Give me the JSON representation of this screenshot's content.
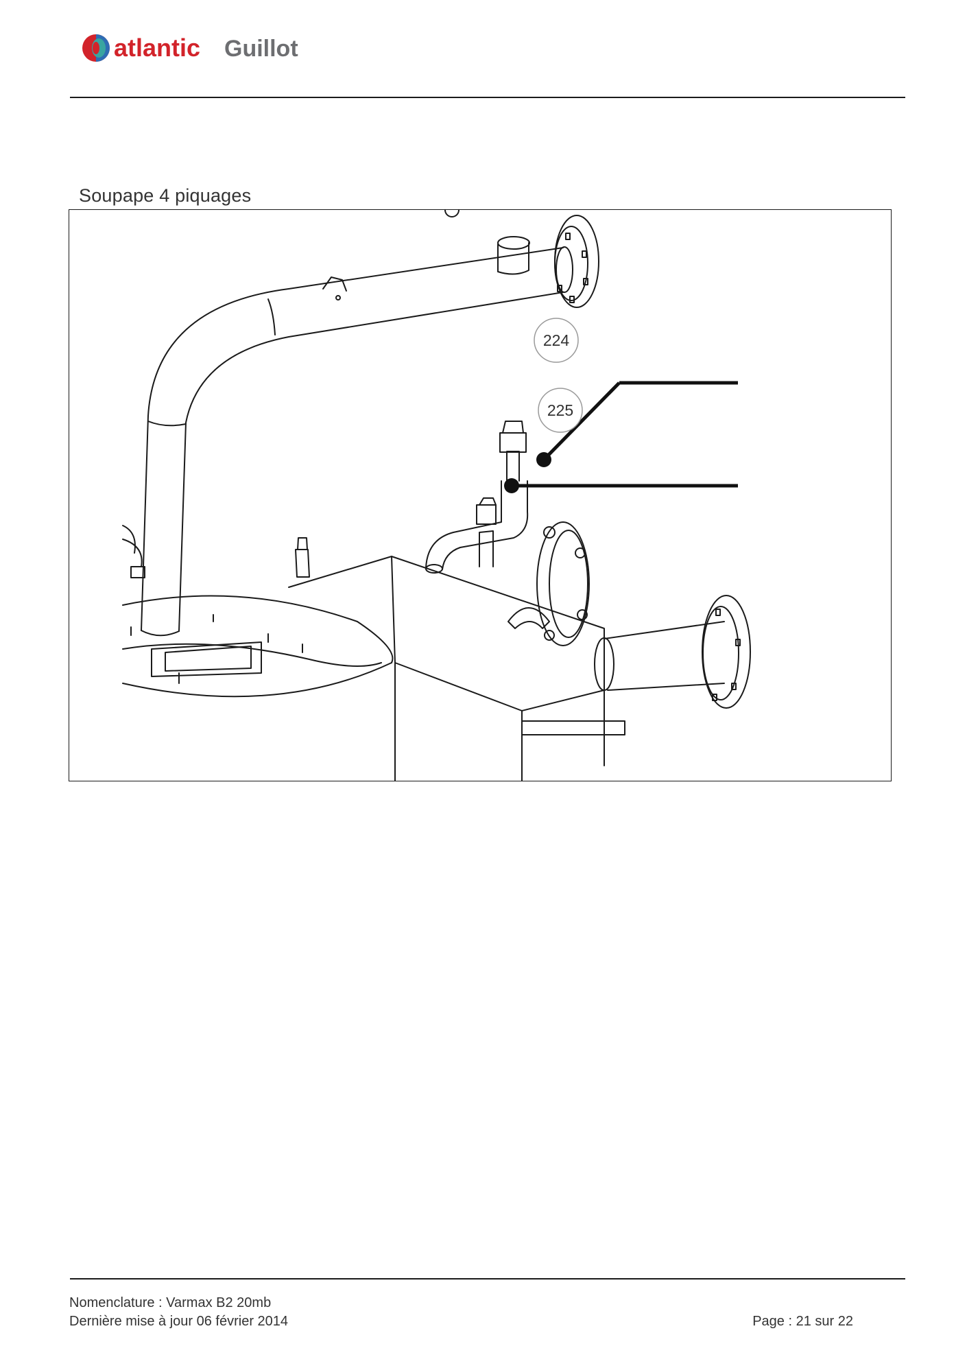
{
  "header": {
    "brand_primary": "atlantic",
    "brand_secondary": "Guillot",
    "colors": {
      "brand_red": "#d2232a",
      "brand_blue": "#2e6db4",
      "brand_teal": "#39a5a0",
      "brand_grey": "#6d6e71"
    }
  },
  "section": {
    "title": "Soupape 4 piquages"
  },
  "figure": {
    "callouts": [
      {
        "number": "224"
      },
      {
        "number": "225"
      }
    ]
  },
  "footer": {
    "nomenclature": "Nomenclature : Varmax B2 20mb",
    "last_update": "Dernière mise à jour 06 février 2014",
    "page": "Page : 21 sur 22"
  }
}
